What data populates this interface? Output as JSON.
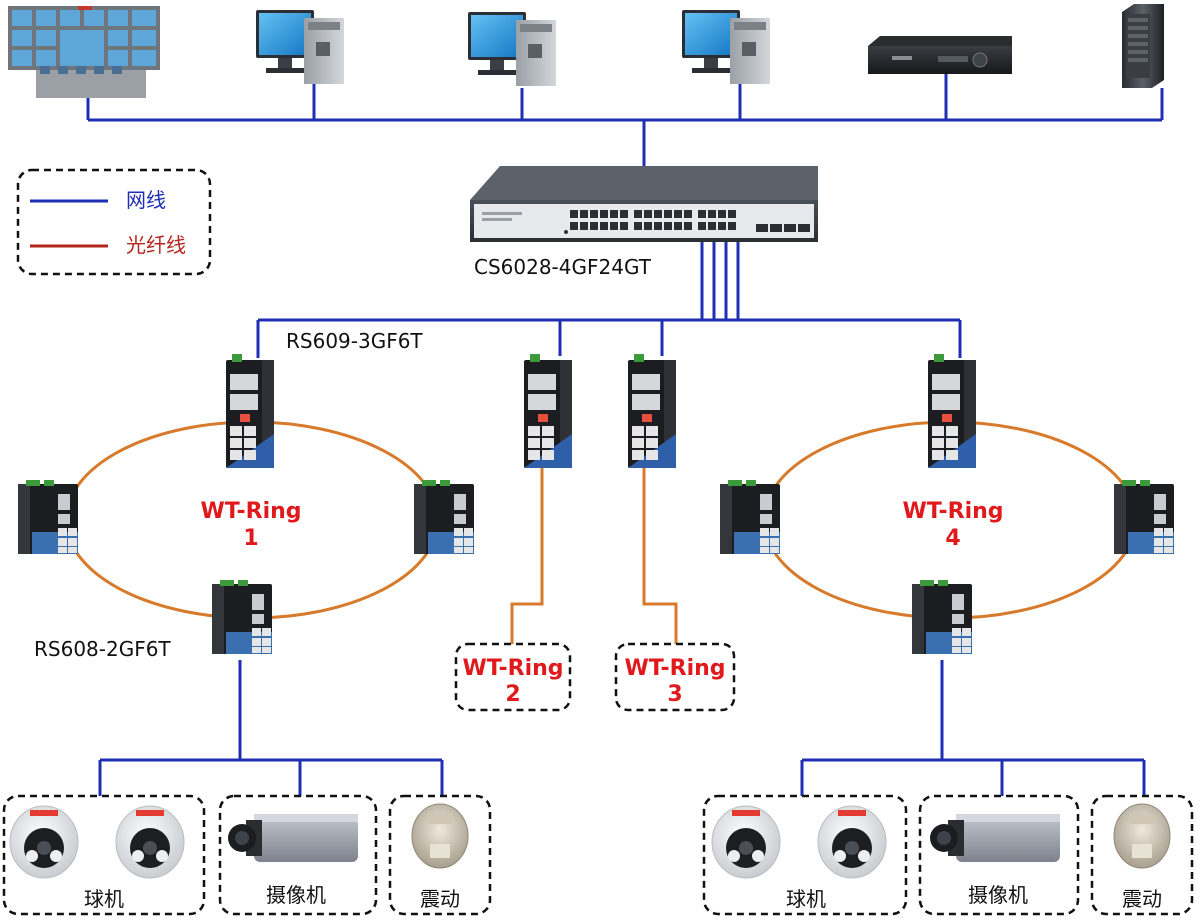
{
  "legend": {
    "network_cable_label": "网线",
    "fiber_label": "光纤线",
    "network_cable_color": "#1f2fb5",
    "fiber_color": "#b3261e"
  },
  "core_switch": {
    "model": "CS6028-4GF24GT"
  },
  "distribution": {
    "model": "RS609-3GF6T"
  },
  "access": {
    "model": "RS608-2GF6T"
  },
  "rings": [
    {
      "title": "WT-Ring",
      "number": "1"
    },
    {
      "title": "WT-Ring",
      "number": "2"
    },
    {
      "title": "WT-Ring",
      "number": "3"
    },
    {
      "title": "WT-Ring",
      "number": "4"
    }
  ],
  "devices_top": [
    {
      "icon": "video-wall-icon"
    },
    {
      "icon": "computer-icon"
    },
    {
      "icon": "computer-icon"
    },
    {
      "icon": "computer-icon"
    },
    {
      "icon": "nvr-recorder-icon"
    },
    {
      "icon": "server-tower-icon"
    }
  ],
  "endpoint_groups": {
    "dome": "球机",
    "camera": "摄像机",
    "vibration": "震动"
  },
  "colors": {
    "ethernet": "#1f2fb5",
    "fiber_ring": "#d87a2b",
    "ring_label": "#e0191c"
  }
}
